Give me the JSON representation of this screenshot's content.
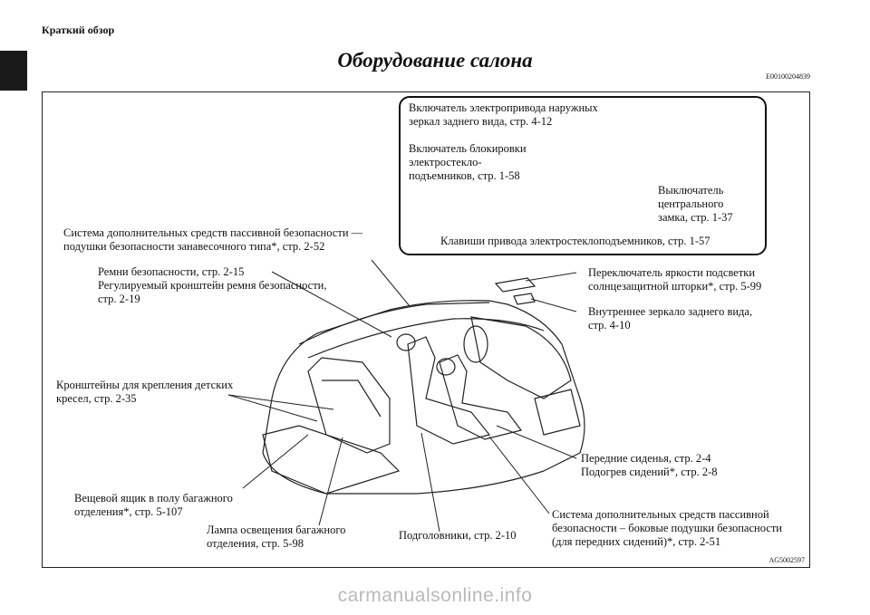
{
  "header": {
    "section_title": "Краткий обзор",
    "page_title": "Оборудование салона",
    "doc_code": "E00100204839"
  },
  "callouts": {
    "mirror_switch": "Включатель электропривода наружных\nзеркал заднего вида, стр. 4-12",
    "window_lock": "Включатель блокировки\nэлектростекло-\nподъемников, стр. 1-58",
    "central_lock": "Выключатель\nцентрального\nзамка, стр. 1-37",
    "window_keys": "Клавиши привода электростеклоподъемников, стр. 1-57",
    "curtain_airbags": "Система дополнительных средств пассивной безопасности —\nподушки безопасности занавесочного типа*, стр. 2-52",
    "seat_belts": "Ремни безопасности, стр. 2-15\nРегулируемый кронштейн ремня безопасности,\nстр. 2-19",
    "sunshade_dimmer": "Переключатель яркости подсветки\nсолнцезащитной шторки*, стр. 5-99",
    "inner_mirror": "Внутреннее зеркало заднего вида,\nстр. 4-10",
    "child_seat_anchors": "Кронштейны для крепления детских\nкресел, стр. 2-35",
    "front_seats": "Передние сиденья, стр. 2-4\nПодогрев сидений*, стр. 2-8",
    "floor_box": "Вещевой ящик в полу багажного\nотделения*, стр. 5-107",
    "cargo_lamp": "Лампа освещения багажного\nотделения, стр. 5-98",
    "headrests": "Подголовники, стр. 2-10",
    "side_airbags": "Система дополнительных средств пассивной\nбезопасности – боковые подушки безопасности\n(для передних сидений)*, стр. 2-51"
  },
  "figure_code": "AG5002597",
  "watermark": "carmanualsonline.info"
}
